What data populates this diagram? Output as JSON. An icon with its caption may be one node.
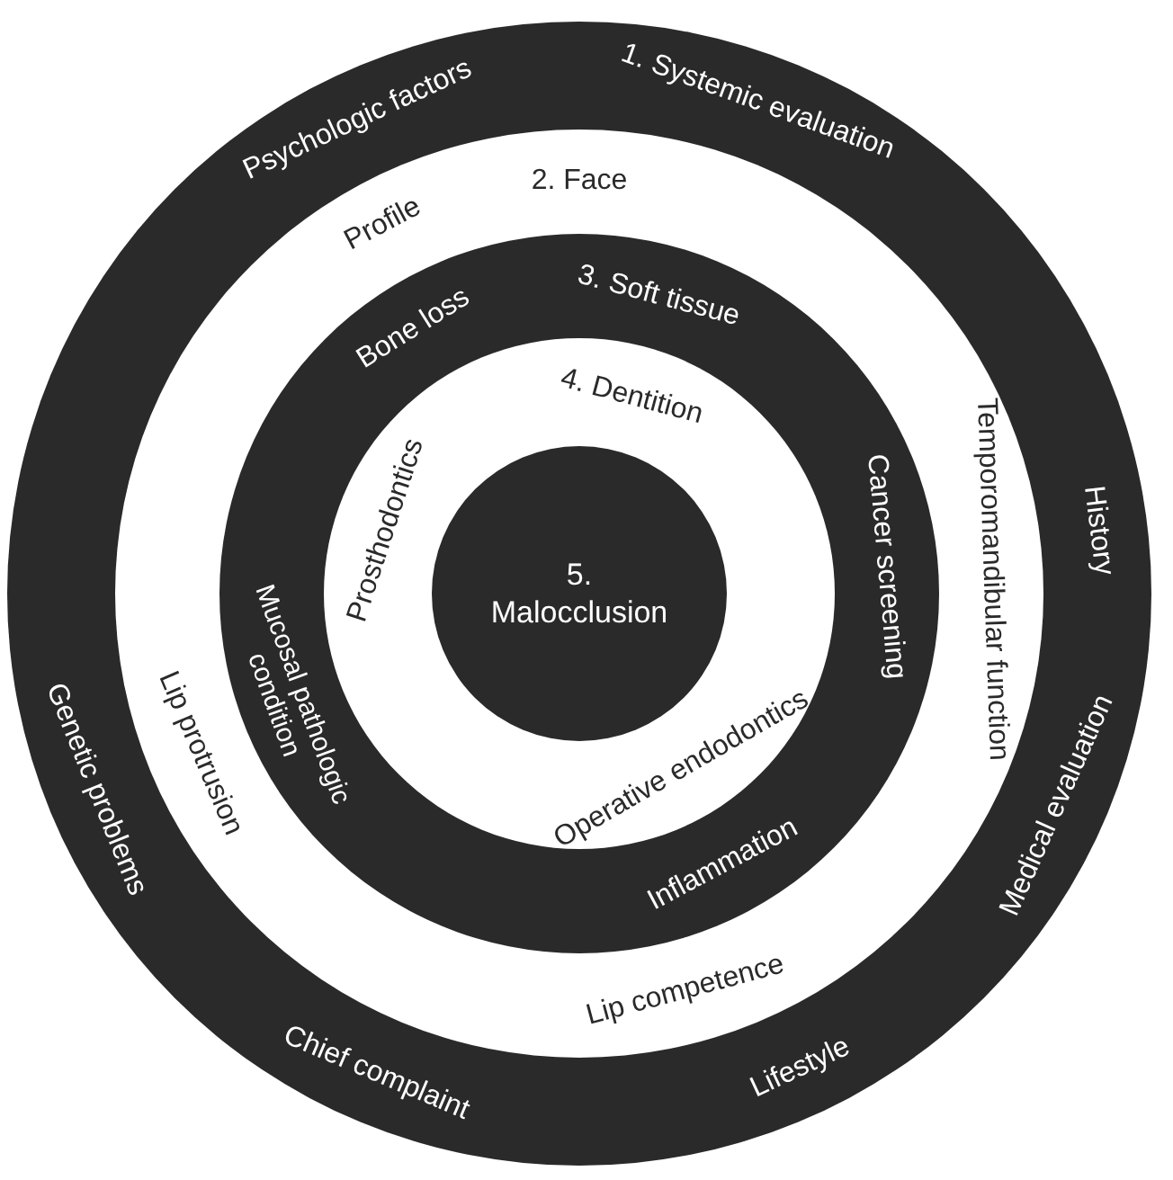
{
  "diagram": {
    "nodes": [
      {
        "text": [
          "1. Systemic evaluation",
          "Psychologic factors",
          "History",
          "Medical evaluation",
          "Lifestyle",
          "Chief complaint",
          "Genetic problems"
        ]
      },
      {
        "text": [
          "2. Face",
          "Profile",
          "Temporomandibular function",
          "Lip competence",
          "Lip protrusion"
        ],
        "in": 0
      },
      {
        "text": [
          "3. Soft tissue",
          "Bone loss",
          "Cancer screening",
          "Inflammation",
          "Mucosal pathologic condition"
        ],
        "in": 1
      },
      {
        "text": [
          "4. Dentition",
          "Prosthodontics",
          "Operative endodontics"
        ],
        "in": 2
      },
      {
        "text": [
          "5. Malocclusion"
        ],
        "in": 3
      }
    ]
  }
}
